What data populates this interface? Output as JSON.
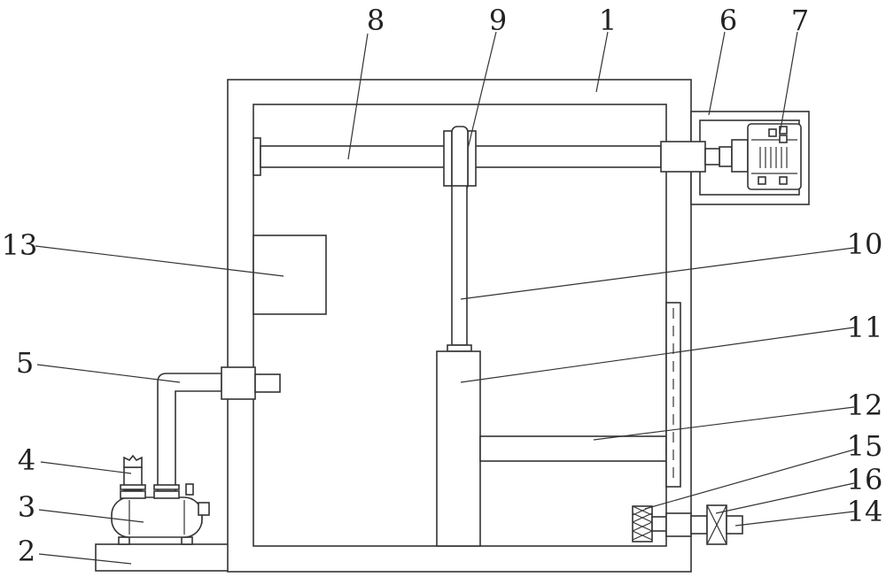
{
  "labels": {
    "l1": "1",
    "l2": "2",
    "l3": "3",
    "l4": "4",
    "l5": "5",
    "l6": "6",
    "l7": "7",
    "l8": "8",
    "l9": "9",
    "l10": "10",
    "l11": "11",
    "l12": "12",
    "l13": "13",
    "l14": "14",
    "l15": "15",
    "l16": "16"
  },
  "colors": {
    "line": "#333333",
    "background": "#ffffff"
  }
}
